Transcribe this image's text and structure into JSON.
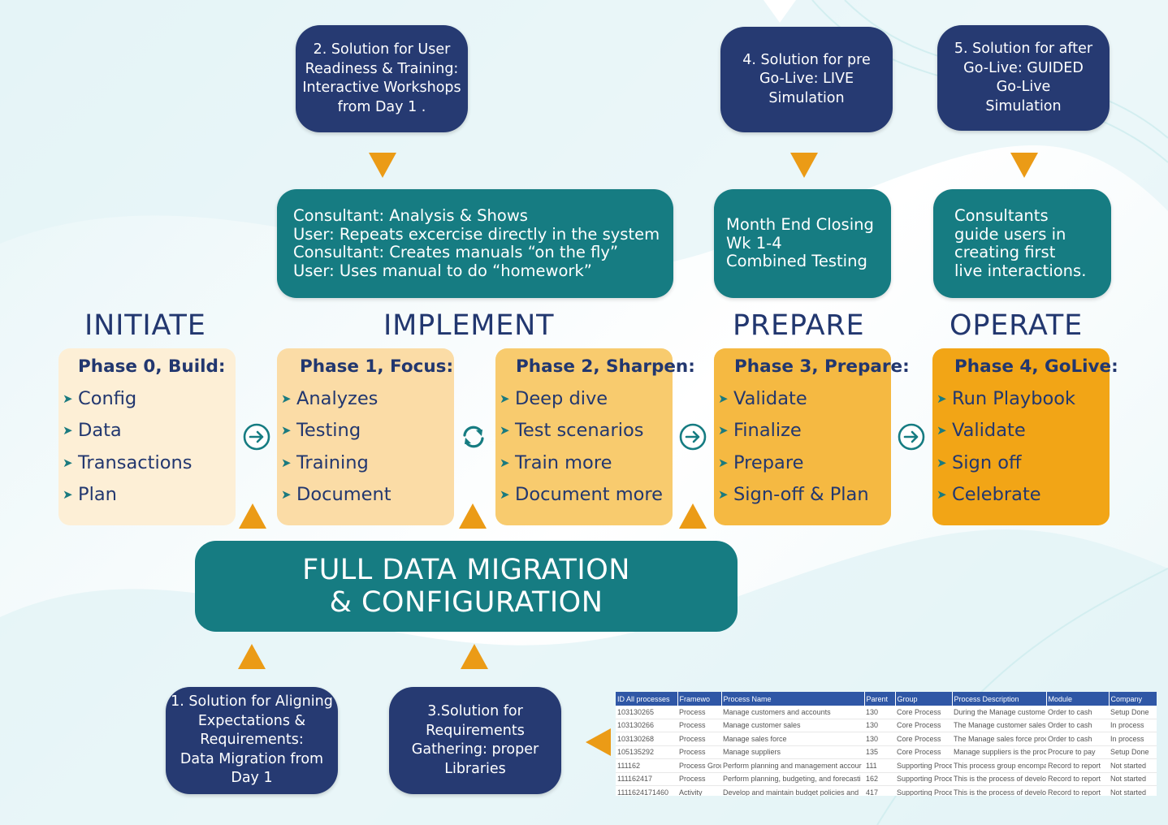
{
  "solutions": {
    "s1": {
      "lines": [
        "1. Solution for Aligning",
        "Expectations  &",
        "Requirements:",
        "Data Migration from",
        "Day 1"
      ]
    },
    "s2": {
      "lines": [
        "2. Solution for User",
        "Readiness & Training:",
        "Interactive Workshops",
        "from Day 1 ."
      ]
    },
    "s3": {
      "lines": [
        "3.Solution for",
        "Requirements",
        "Gathering: proper",
        "Libraries"
      ]
    },
    "s4": {
      "lines": [
        "4. Solution for pre",
        "Go-Live:  LIVE",
        "Simulation"
      ]
    },
    "s5": {
      "lines": [
        "5. Solution for after",
        "Go-Live:  GUIDED",
        "Go-Live",
        "Simulation"
      ]
    }
  },
  "details": {
    "implement": {
      "lines": [
        "Consultant: Analysis & Shows",
        "User: Repeats excercise directly in the system",
        "Consultant: Creates manuals “on the fly”",
        "User: Uses manual to do “homework”"
      ]
    },
    "prepare": {
      "lines": [
        "Month End Closing",
        "Wk 1-4",
        "Combined Testing"
      ]
    },
    "operate": {
      "lines": [
        "Consultants",
        "guide users in",
        "creating first",
        "live interactions."
      ]
    }
  },
  "stages": {
    "initiate": "INITIATE",
    "implement": "IMPLEMENT",
    "prepare": "PREPARE",
    "operate": "OPERATE"
  },
  "phases": [
    {
      "title": "Phase 0, Build:",
      "items": [
        "Config",
        "Data",
        "Transactions",
        "Plan"
      ],
      "color": "#fdefd6"
    },
    {
      "title": "Phase 1, Focus:",
      "items": [
        "Analyzes",
        "Testing",
        "Training",
        "Document"
      ],
      "color": "#fbdca6"
    },
    {
      "title": "Phase 2, Sharpen:",
      "items": [
        "Deep dive",
        "Test scenarios",
        "Train more",
        "Document more"
      ],
      "color": "#f8cb6e"
    },
    {
      "title": "Phase 3, Prepare:",
      "items": [
        "Validate",
        "Finalize",
        "Prepare",
        "Sign-off & Plan"
      ],
      "color": "#f5b942"
    },
    {
      "title": "Phase 4, GoLive:",
      "items": [
        "Run Playbook",
        "Validate",
        "Sign off",
        "Celebrate"
      ],
      "color": "#f2a516"
    }
  ],
  "connectors": [
    "arrow-right-icon",
    "cycle-icon",
    "arrow-right-icon",
    "arrow-right-icon"
  ],
  "migration": {
    "line1": "FULL DATA MIGRATION",
    "line2": "& CONFIGURATION"
  },
  "colors": {
    "navy": "#263a72",
    "teal": "#167c82",
    "orange": "#eb9b16",
    "text": "#22376f"
  },
  "spreadsheet": {
    "headers": [
      "ID All processes",
      "Framewo",
      "Process Name",
      "Parent",
      "Group",
      "Process Description",
      "Module",
      "Company"
    ],
    "rows": [
      [
        "103130265",
        "Process",
        "Manage customers and accounts",
        "130",
        "Core Process",
        "During the Manage custome",
        "Order to cash",
        "Setup Done"
      ],
      [
        "103130266",
        "Process",
        "Manage customer sales",
        "130",
        "Core Process",
        "The Manage customer sales",
        "Order to cash",
        "In process"
      ],
      [
        "103130268",
        "Process",
        "Manage sales force",
        "130",
        "Core Process",
        "The Manage sales force proc",
        "Order to cash",
        "In process"
      ],
      [
        "105135292",
        "Process",
        "Manage suppliers",
        "135",
        "Core Process",
        "Manage suppliers is the proc",
        "Procure to pay",
        "Setup Done"
      ],
      [
        "111162",
        "Process Grou",
        "Perform planning and management accour",
        "111",
        "Supporting Proce",
        "This process group encompa",
        "Record to report",
        "Not started"
      ],
      [
        "111162417",
        "Process",
        "Perform planning, budgeting, and forecasti",
        "162",
        "Supporting Proce",
        "This is the process of develo",
        "Record to report",
        "Not started"
      ],
      [
        "1111624171460",
        "Activity",
        "Develop and maintain budget policies and",
        "417",
        "Supporting Proce",
        "This is the process of develo",
        "Record to report",
        "Not started"
      ]
    ]
  }
}
